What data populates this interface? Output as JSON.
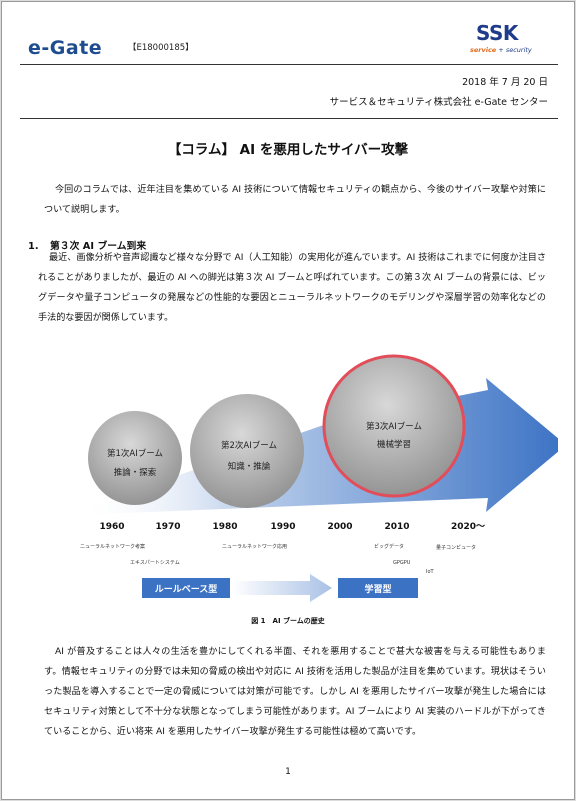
{
  "header": {
    "logo_text": "e-Gate",
    "doc_id": "【E18000185】",
    "ssk_logo": "SSK",
    "ssk_tagline_a": "service",
    "ssk_tagline_b": "security"
  },
  "meta": {
    "date": "2018 年 7 月 20 日",
    "organization": "サービス＆セキュリティ株式会社 e-Gate センター"
  },
  "title": "【コラム】 AI を悪用したサイバー攻撃",
  "intro": "今回のコラムでは、近年注目を集めている AI 技術について情報セキュリティの観点から、今後のサイバー攻撃や対策について説明します。",
  "section1": {
    "number": "1.",
    "heading": "第３次 AI ブーム到来",
    "body": "最近、画像分析や音声認識など様々な分野で AI（人工知能）の実用化が進んでいます。AI 技術はこれまでに何度か注目されることがありましたが、最近の AI への脚光は第３次 AI ブームと呼ばれています。この第３次 AI ブームの背景には、ビッグデータや量子コンピュータの発展などの性能的な要因とニューラルネットワークのモデリングや深層学習の効率化などの手法的な要因が関係しています。"
  },
  "figure": {
    "booms": [
      {
        "title": "第1次AIブーム",
        "sub": "推論・探索"
      },
      {
        "title": "第2次AIブーム",
        "sub": "知識・推論"
      },
      {
        "title": "第3次AIブーム",
        "sub": "機械学習"
      }
    ],
    "years": [
      "1960",
      "1970",
      "1980",
      "1990",
      "2000",
      "2010",
      "2020～"
    ],
    "tech": [
      "ニューラルネットワーク考案",
      "エキスパートシステム",
      "ニューラルネットワーク応用",
      "ビッグデータ",
      "GPGPU",
      "IoT",
      "量子コンピュータ"
    ],
    "rule_based": "ルールベース型",
    "learning": "学習型",
    "caption": "図 1　AI ブームの歴史"
  },
  "closing": "AI が普及することは人々の生活を豊かにしてくれる半面、それを悪用することで甚大な被害を与える可能性もあります。情報セキュリティの分野では未知の脅威の検出や対応に AI 技術を活用した製品が注目を集めています。現状はそういった製品を導入することで一定の脅威については対策が可能です。しかし AI を悪用したサイバー攻撃が発生した場合にはセキュリティ対策として不十分な状態となってしまう可能性があります。AI ブームにより AI 実装のハードルが下がってきていることから、近い将来 AI を悪用したサイバー攻撃が発生する可能性は極めて高いです。",
  "page_number": "1",
  "colors": {
    "brand_blue": "#1d4c8f",
    "arrow_blue": "#3b72c4",
    "highlight_red": "#e24d5a"
  }
}
